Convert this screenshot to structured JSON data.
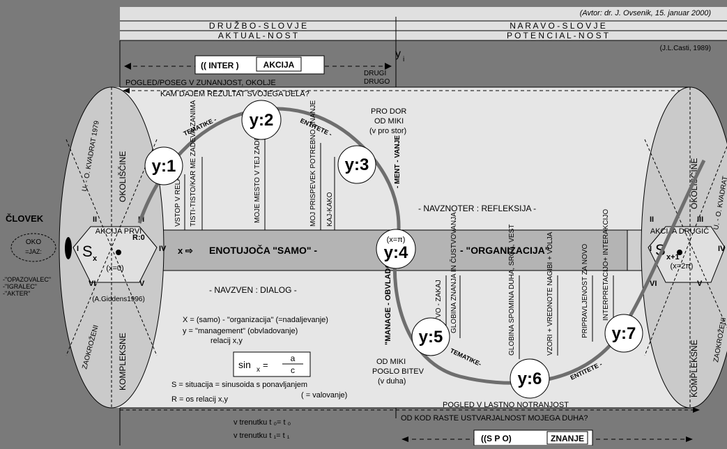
{
  "author": "(Avtor: dr. J. Ovsenik, 15. januar 2000)",
  "top": {
    "druzbo": "D R U Ž B O  -  S L O V J E",
    "naravo": "N A R A V O  -  S L O V J E",
    "aktual": "A K T U A L  -  N O S T",
    "potencial": "P O T E N C I A L  -  N O S T",
    "casti": "(J.L.Casti, 1989)",
    "inter": "(( INTER )",
    "akcija": "AKCIJA",
    "yi": "y",
    "yi_sub": "i",
    "drugi": "DRUGI",
    "drugo": "DRUGO",
    "pogled_poseg": "POGLED/POSEG V ZUNANJOST, OKOLJE",
    "kam": "KAM DAJEM REZULTAT SVOJEGA DELA?",
    "pro_dor": "PRO DOR",
    "od_miki_top": "OD MIKI",
    "v_pro_stor": "(v pro stor)"
  },
  "nodes": {
    "y1": "y:1",
    "y2": "y:2",
    "y3": "y:3",
    "y4": "y:4",
    "y5": "y:5",
    "y6": "y:6",
    "y7": "y:7",
    "x_pi": "(x=π)"
  },
  "arc": {
    "tematike_top": "TEMATIKE -",
    "entitete_top": "ENTITETE -",
    "tematike_bot": "TEMATIKE-",
    "entitete_bot": "ENTITETE -",
    "ment_vanje": "- MENT - VANJE",
    "manage": "\"MANAGE - OBVLADO",
    "od_miki_bot": "OD MIKI",
    "poglo_bitev": "POGLO BITEV",
    "v_duha": "(v duha)"
  },
  "verticals_top": [
    "VSTOP V RELACIJO",
    "TISTI-TISTO/KAR ME ZADEVA-ZANIMA",
    "MOJE MESTO V TEJ ZADEVI",
    "MOJ PRISPEVEK POTREBNO ZNANJE",
    "KAJ-KAKO"
  ],
  "verticals_bot": [
    "BISTVO - ZAKAJ",
    "GLOBINA ZNANJA IN ČUSTVOVANJA",
    "GLOBINA SPOMINA DUHA, SRCA, VEST",
    "VZORI + VREDNOTE NAGIBI + VOLJA",
    "PRIPRAVLJENOST ZA NOVO",
    "INTERPRETACIJO+ INTERAKCIJO"
  ],
  "band": {
    "x_arrow": "x ⇨",
    "samo": "ENOTUJOČA \"SAMO\" -",
    "organizacija": "- \"ORGANIZACIJA\""
  },
  "refleksija": "- NAVZNOTER : REFLEKSIJA -",
  "dialog": "- NAVZVEN : DIALOG -",
  "legend": {
    "line1": "X = (samo) - \"organizacija\" (=nadaljevanje)",
    "line2": "y  =  \"management\" (obvladovanje)",
    "line3": "relacij x,y",
    "sin_left": "sin",
    "sin_sub": "x",
    "sin_eq": "=",
    "sin_num": "a",
    "sin_den": "c",
    "s_line": "S = situacija = sinusoida s ponavljanjem",
    "valovanje": "( = valovanje)",
    "r_line": "R = os relacij x,y"
  },
  "left_cyl": {
    "clovek": "ČLOVEK",
    "oko": "OKO",
    "jaz": "=JAZ:",
    "roles": [
      "-\"OPAZOVALEC\"",
      "-\"IGRALEC\"",
      "-\"AKTER\""
    ],
    "okoliscine": "OKOLIŠČINE",
    "kompleksne": "KOMPLEKSNE",
    "kvadrat": "U. - O. KVADRAT 1979",
    "zaokrozeni": "ZAOKROŽENI",
    "akcija_prvi": "AKCIJA PRVI",
    "s": "S",
    "s_sub": "x",
    "x0": "(x=0)",
    "giddens": "(A.Giddens1996)",
    "r0": "R:0",
    "roman": [
      "I",
      "II",
      "III",
      "IV",
      "V",
      "VI"
    ]
  },
  "right_cyl": {
    "okoliscine": "OKOLIŠČINE",
    "kompleksne": "KOMPLEKSNE",
    "kvadrat": "U. - O. KVADRAT",
    "zaokrozeni": "ZAOKROŽENI",
    "akcija_drugi": "AKCIJA DRUGIČ",
    "s": "S",
    "s_sub": "x+1",
    "x2pi": "(x=2π)",
    "roman": [
      "I",
      "II",
      "III",
      "IV",
      "V",
      "VI"
    ]
  },
  "bottom": {
    "pogled_vlastno": "POGLED V LASTNO NOTRANJOST",
    "od_kod": "OD KOD RASTE USTVARJALNOST MOJEGA DUHA?",
    "trenutku1": "v trenutku t ₀= t ₀",
    "trenutku2": "v trenutku t ₁= t ₁",
    "spo": "((S P O)",
    "znanje": "ZNANJE"
  },
  "colors": {
    "background": "#7a7a7a",
    "light": "#e6e6e6",
    "cylinder": "#c8c8c8",
    "band": "#b4b4b4",
    "node": "#ffffff"
  }
}
